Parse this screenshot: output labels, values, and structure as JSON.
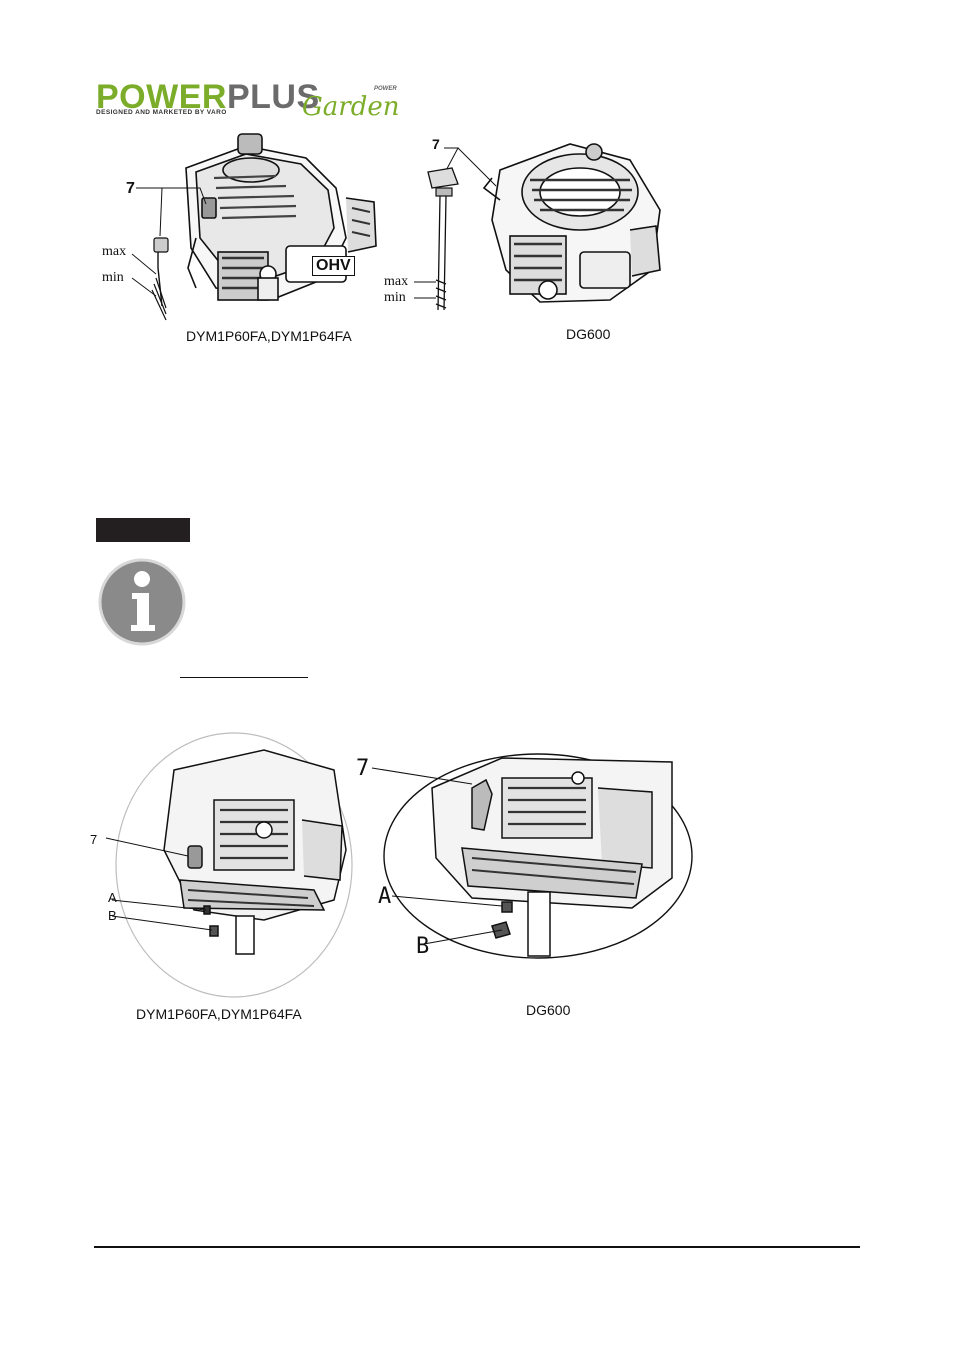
{
  "logo": {
    "power": "POWER",
    "plus": "PLUS",
    "subtitle": "DESIGNED AND MARKETED BY VARO",
    "garden": "Garden",
    "mini": "POWER"
  },
  "figure1": {
    "left": {
      "callout": "7",
      "max": "max",
      "min": "min",
      "engine_badge": "OHV",
      "caption": "DYM1P60FA,DYM1P64FA"
    },
    "right": {
      "callout": "7",
      "max": "max",
      "min": "min",
      "caption": "DG600"
    }
  },
  "note": {
    "label": ""
  },
  "figure2": {
    "left": {
      "callout": "7",
      "label_a": "A",
      "label_b": "B",
      "caption": "DYM1P60FA,DYM1P64FA"
    },
    "right": {
      "callout": "7",
      "label_a": "A",
      "label_b": "B",
      "caption": "DG600"
    }
  },
  "colors": {
    "brand_green": "#7cad2a",
    "brand_gray": "#6b6b6b",
    "note_bar": "#231f20",
    "info_icon": "#8a8a8a"
  }
}
